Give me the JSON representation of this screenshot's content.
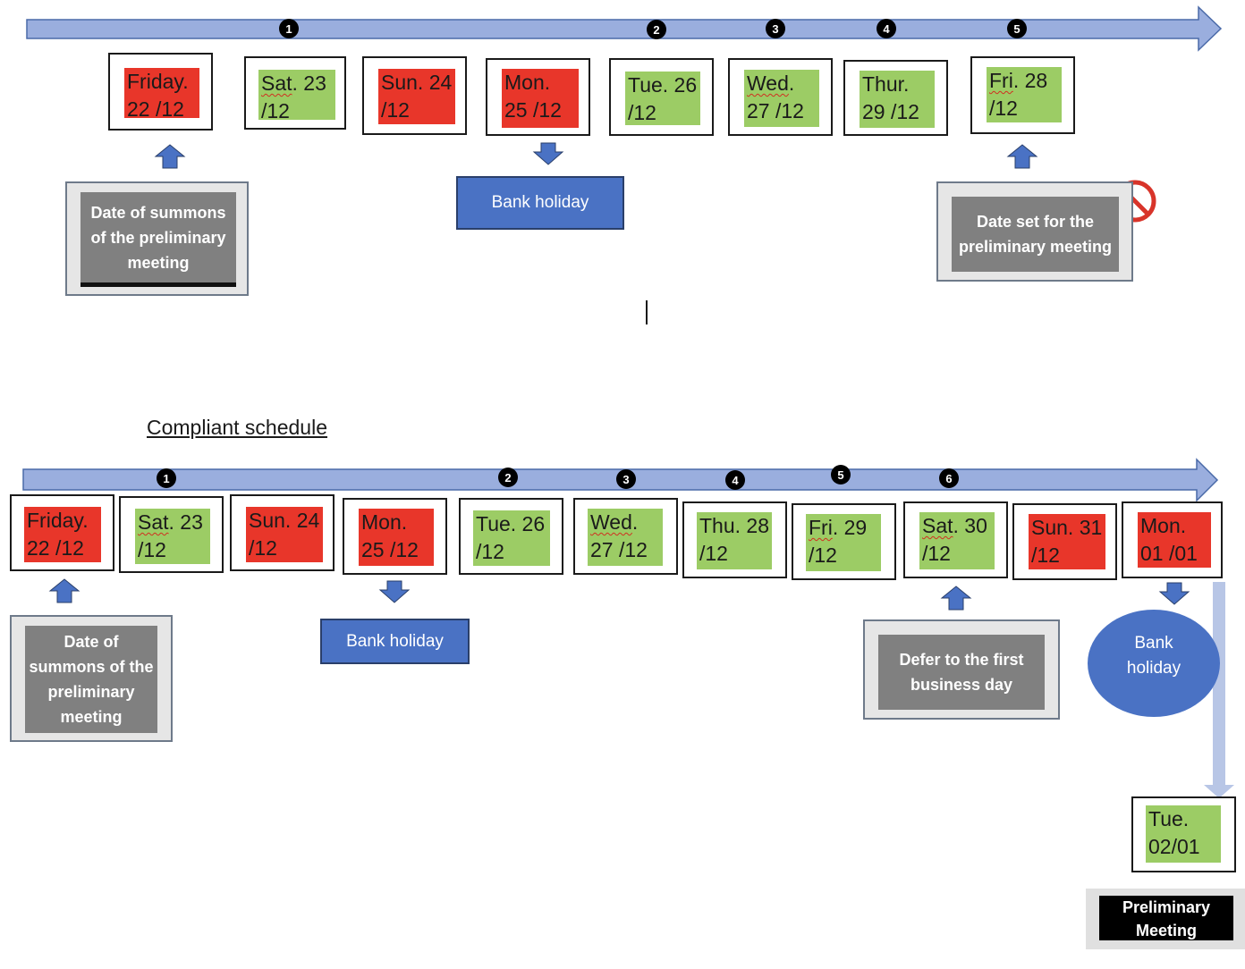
{
  "top_row": {
    "markers": [
      "1",
      "2",
      "3",
      "4",
      "5"
    ],
    "days": [
      {
        "label": "Friday.\n22 /12",
        "color": "red"
      },
      {
        "label": "Sat. 23\n/12",
        "color": "green"
      },
      {
        "label": "Sun. 24\n/12",
        "color": "red"
      },
      {
        "label": "Mon.\n25 /12",
        "color": "red"
      },
      {
        "label": "Tue. 26\n/12",
        "color": "green"
      },
      {
        "label": "Wed.\n27 /12",
        "color": "green"
      },
      {
        "label": "Thur.\n29 /12",
        "color": "green"
      },
      {
        "label": "Fri. 28\n/12",
        "color": "green"
      }
    ],
    "summons_label": "Date of summons\nof the preliminary\nmeeting",
    "bank_holiday_label": "Bank holiday",
    "meeting_date_label": "Date set for the\npreliminary meeting",
    "prohibited_icon": "no-entry-icon"
  },
  "compliant": {
    "heading": "Compliant schedule",
    "markers": [
      "1",
      "2",
      "3",
      "4",
      "5",
      "6"
    ],
    "days": [
      {
        "label": "Friday.\n22 /12",
        "color": "red"
      },
      {
        "label": "Sat. 23\n/12",
        "color": "green"
      },
      {
        "label": "Sun. 24\n/12",
        "color": "red"
      },
      {
        "label": "Mon.\n25 /12",
        "color": "red"
      },
      {
        "label": "Tue. 26\n/12",
        "color": "green"
      },
      {
        "label": "Wed.\n27 /12",
        "color": "green"
      },
      {
        "label": "Thu. 28\n/12",
        "color": "green"
      },
      {
        "label": "Fri. 29\n/12",
        "color": "green"
      },
      {
        "label": "Sat. 30\n/12",
        "color": "green"
      },
      {
        "label": "Sun. 31\n/12",
        "color": "red"
      },
      {
        "label": "Mon.\n01 /01",
        "color": "red"
      }
    ],
    "summons_label": "Date of\nsummons of the\npreliminary\nmeeting",
    "bank_holiday_label": "Bank holiday",
    "defer_label": "Defer to the first\nbusiness day",
    "bank_holiday_circle_label": "Bank\nholiday",
    "final_day_label": "Tue.\n02/01",
    "preliminary_meeting_label": "Preliminary\nMeeting"
  },
  "colors": {
    "arrow": "#9aaede",
    "red": "#e8362a",
    "green": "#9ccc65",
    "blue": "#4a72c4",
    "grey": "#808080",
    "dark_arrow": "#4a72c4"
  }
}
